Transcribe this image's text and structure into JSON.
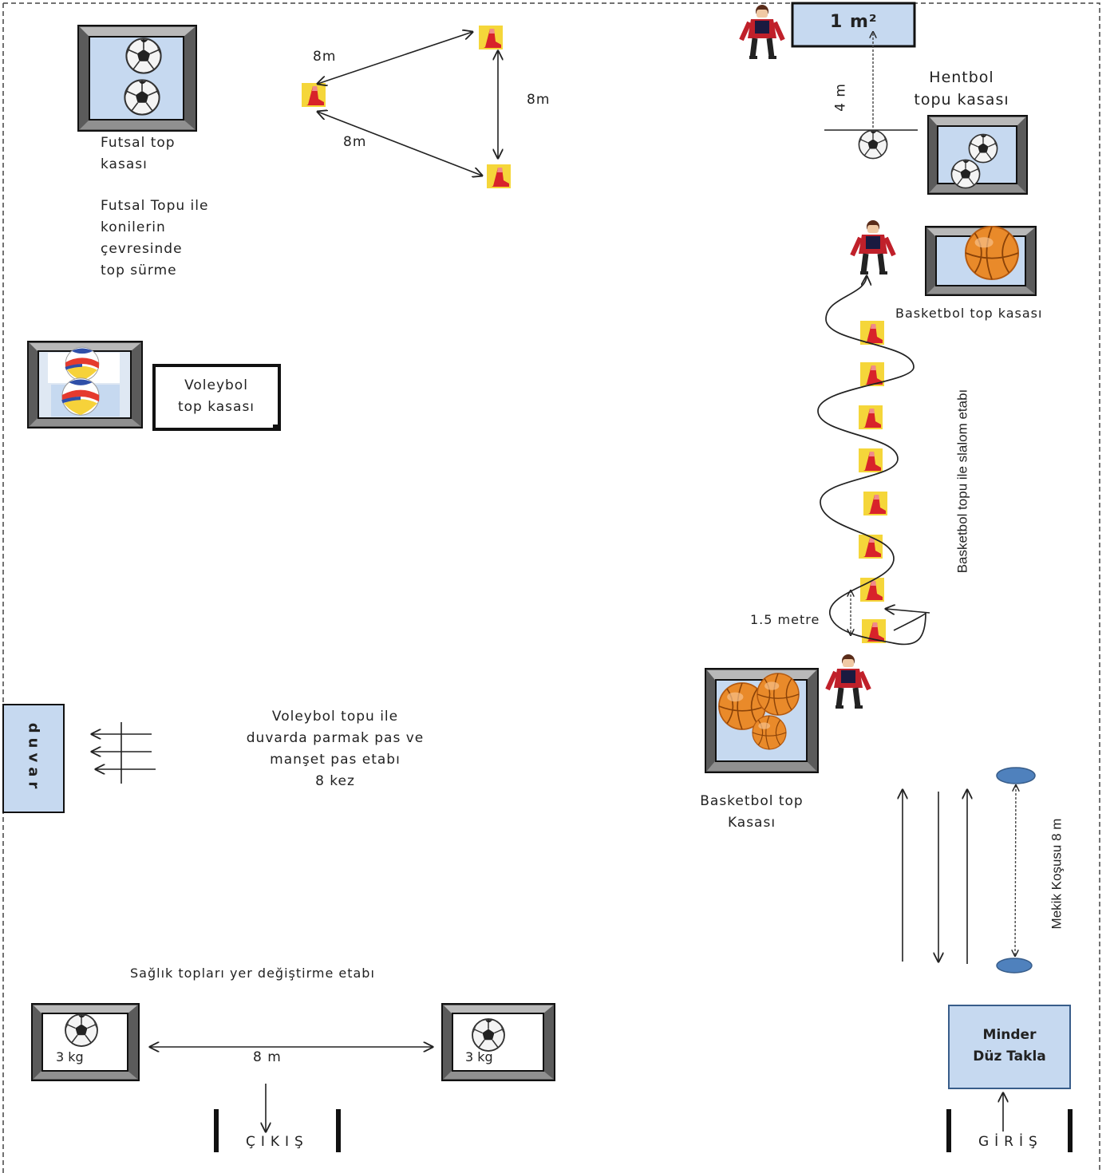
{
  "labels": {
    "futsal_box": "Futsal top\nkasası",
    "futsal_station": "Futsal Topu ile\nkonilerin\nçevresinde\ntop sürme",
    "dist_top_left": "8m",
    "dist_right": "8m",
    "dist_bottom_left": "8m",
    "volleyball_box": "Voleybol\ntop kasası",
    "wall": "duvar",
    "volleyball_station": "Voleybol topu ile\nduvarda parmak pas ve\nmanşet pas etabı\n8 kez",
    "target": "1 m²",
    "handball_dist": "4 m",
    "handball_box": "Hentbol\ntopu kasası",
    "basketball_box_top": "Basketbol top kasası",
    "slalom": "Basketbol topu ile slalom etabı",
    "cone_gap": "1.5 metre",
    "basketball_box_bottom": "Basketbol top\nKasası",
    "shuttle_run": "Mekik Koşusu 8 m",
    "health_station": "Sağlık topları yer değiştirme etabı",
    "weight_left": "3 kg",
    "weight_right": "3 kg",
    "health_dist": "8 m",
    "exit": "ÇIKIŞ",
    "mat": "Minder\nDüz Takla",
    "entry": "GİRİŞ"
  },
  "colors": {
    "box_fill": "#c6d9f0",
    "box_border": "#202020",
    "cone_bg": "#f5d63a",
    "cone": "#d8232a",
    "basketball": "#e98a2a",
    "shuttle_marker": "#4f81bd"
  }
}
